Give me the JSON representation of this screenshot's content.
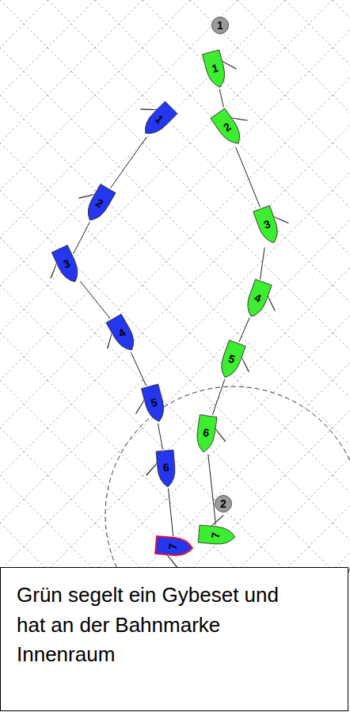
{
  "diagram": {
    "caption": "Grün segelt ein Gybeset und hat an der Bahnmarke Innenraum",
    "nodes": [
      {
        "text": [
          "1"
        ]
      },
      {
        "text": [
          "2"
        ]
      },
      {
        "text": [
          "3"
        ]
      },
      {
        "text": [
          "4"
        ]
      },
      {
        "text": [
          "5"
        ]
      },
      {
        "text": [
          "6"
        ]
      },
      {
        "text": [
          "7"
        ]
      },
      {
        "text": [
          "1"
        ]
      },
      {
        "text": [
          "2"
        ]
      },
      {
        "text": [
          "3"
        ]
      },
      {
        "text": [
          "4"
        ]
      },
      {
        "text": [
          "5"
        ]
      },
      {
        "text": [
          "6"
        ]
      },
      {
        "text": [
          "7"
        ]
      }
    ],
    "edges": [
      {
        "from": 0,
        "to": 1,
        "arrow": "none"
      },
      {
        "from": 1,
        "to": 2,
        "arrow": "none"
      },
      {
        "from": 2,
        "to": 3,
        "arrow": "none"
      },
      {
        "from": 3,
        "to": 4,
        "arrow": "none"
      },
      {
        "from": 4,
        "to": 5,
        "arrow": "none"
      },
      {
        "from": 5,
        "to": 6,
        "arrow": "none"
      },
      {
        "from": 7,
        "to": 8,
        "arrow": "none"
      },
      {
        "from": 8,
        "to": 9,
        "arrow": "none"
      },
      {
        "from": 9,
        "to": 10,
        "arrow": "none"
      },
      {
        "from": 10,
        "to": 11,
        "arrow": "none"
      },
      {
        "from": 11,
        "to": 12,
        "arrow": "none"
      },
      {
        "from": 12,
        "to": 13,
        "arrow": "none"
      }
    ],
    "labels": [
      "1",
      "2"
    ]
  }
}
